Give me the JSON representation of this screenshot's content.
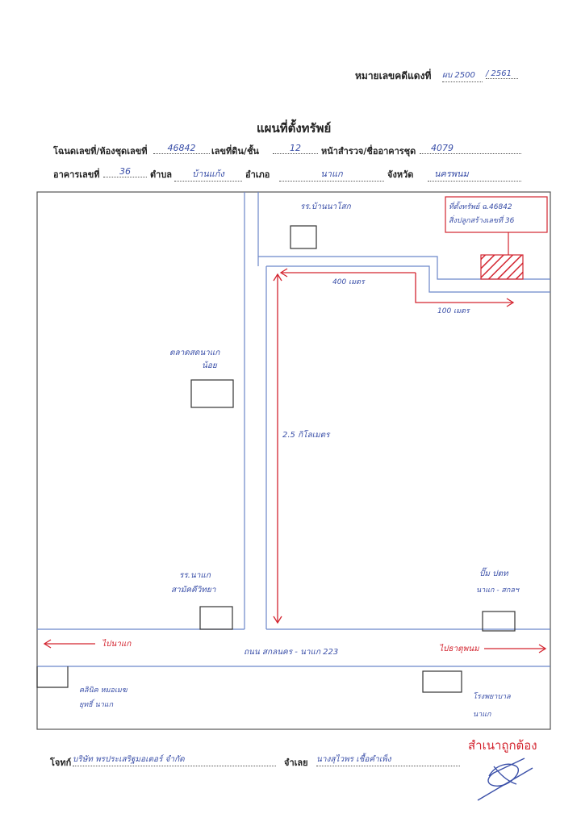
{
  "header": {
    "case_no_label": "หมายเลขคดีแดงที่",
    "case_no_value": "ผบ 2500",
    "case_year_value": "/ 2561"
  },
  "document": {
    "title": "แผนที่ตั้งทรัพย์"
  },
  "fields": {
    "deed_label": "โฉนดเลขที่/ห้องชุดเลขที่",
    "deed_value": "46842",
    "land_no_label": "เลขที่ดิน/ชั้น",
    "land_no_value": "12",
    "survey_label": "หน้าสำรวจ/ชื่ออาคารชุด",
    "survey_value": "4079",
    "building_label": "อาคารเลขที่",
    "building_value": "36",
    "subdistrict_label": "ตำบล",
    "subdistrict_value": "บ้านแก้ง",
    "district_label": "อำเภอ",
    "district_value": "นาแก",
    "province_label": "จังหวัด",
    "province_value": "นครพนม"
  },
  "map": {
    "school_top": "รร.บ้านนาโสก",
    "property_callout_line1": "ที่ตั้งทรัพย์ ฉ.46842",
    "property_callout_line2": "สิ่งปลูกสร้างเลขที่ 36",
    "dist_400": "400 เมตร",
    "dist_100": "100 เมตร",
    "market_line1": "ตลาดสดนาแก",
    "market_line2": "น้อย",
    "dist_25km": "2.5 กิโลเมตร",
    "school_bottom_line1": "รร.นาแก",
    "school_bottom_line2": "สามัคคีวิทยา",
    "gas_line1": "ปั๊ม ปตท",
    "gas_line2": "นาแก - สกลฯ",
    "to_left": "ไปนาแก",
    "road_name": "ถนน สกลนคร - นาแก 223",
    "to_right": "ไปธาตุพนม",
    "clinic_line1": "คลินิค หมอเมฆ",
    "clinic_line2": "ยุทธิ์ นาแก",
    "hospital_line1": "โรงพยาบาล",
    "hospital_line2": "นาแก"
  },
  "footer": {
    "plaintiff_label": "โจทก์",
    "plaintiff_value": "บริษัท พรประเสริฐมอเตอร์ จำกัด",
    "defendant_label": "จำเลย",
    "defendant_value": "นางสุไวพร เชื้อคำเพ็ง",
    "certified_stamp": "สำเนาถูกต้อง"
  },
  "colors": {
    "road_line": "#6b86c9",
    "red_ink": "#d3242f",
    "blue_ink": "#3a4fa8"
  }
}
